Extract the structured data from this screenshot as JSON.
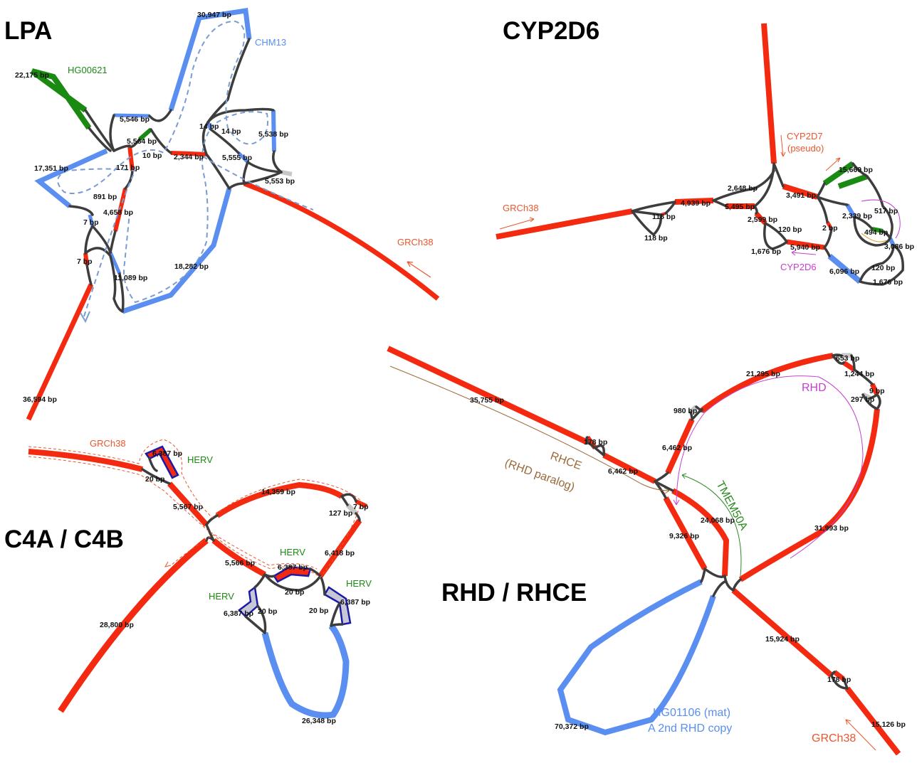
{
  "panels": {
    "lpa": {
      "title": "LPA",
      "annotations": {
        "chm13": "CHM13",
        "hg00621": "HG00621",
        "grch38": "GRCh38"
      },
      "lengths": [
        "30,947 bp",
        "22,175 bp",
        "5,546 bp",
        "5,564 bp",
        "10 bp",
        "2,344 bp",
        "14 bp",
        "14 bp",
        "5,538 bp",
        "5,555 bp",
        "5,553 bp",
        "17,351 bp",
        "171 bp",
        "891 bp",
        "4,658 bp",
        "7 bp",
        "7 bp",
        "11,089 bp",
        "18,282 bp",
        "36,594 bp"
      ]
    },
    "cyp2d6": {
      "title": "CYP2D6",
      "annotations": {
        "cyp2d7_1": "CYP2D7",
        "cyp2d7_2": "(pseudo)",
        "grch38": "GRCh38",
        "cyp2d6": "CYP2D6"
      },
      "lengths": [
        "2,648 bp",
        "4,939 bp",
        "118 bp",
        "118 bp",
        "5,495 bp",
        "3,491 bp",
        "15,669 bp",
        "2,599 bp",
        "120 bp",
        "2 bp",
        "2,339 bp",
        "517 bp",
        "494 bp",
        "3,086 bp",
        "1,676 bp",
        "5,940 bp",
        "6,096 bp",
        "120 bp",
        "1,676 bp"
      ]
    },
    "c4": {
      "title": "C4A / C4B",
      "annotations": {
        "grch38": "GRCh38",
        "herv1": "HERV",
        "herv2": "HERV",
        "herv3": "HERV",
        "herv4": "HERV"
      },
      "lengths": [
        "6,387 bp",
        "20 bp",
        "5,567 bp",
        "14,359 bp",
        "7 bp",
        "127 bp",
        "6,418 bp",
        "5,566 bp",
        "6,387 bp",
        "20 bp",
        "6,387 bp",
        "20 bp",
        "6,387 bp",
        "20 bp",
        "28,800 bp",
        "26,348 bp"
      ]
    },
    "rhd": {
      "title": "RHD / RHCE",
      "annotations": {
        "rhce1": "RHCE",
        "rhce2": "(RHD paralog)",
        "tmem": "TMEM50A",
        "rhd": "RHD",
        "hg1": "HG01106 (mat)",
        "hg2": "A 2nd RHD copy",
        "grch38": "GRCh38"
      },
      "lengths": [
        "35,755 bp",
        "178 bp",
        "6,462 bp",
        "6,462 bp",
        "980 bp",
        "21,295 bp",
        "653 bp",
        "1,244 bp",
        "9 bp",
        "297 bp",
        "24,068 bp",
        "9,326 bp",
        "31,993 bp",
        "15,924 bp",
        "178 bp",
        "15,126 bp",
        "70,372 bp"
      ]
    }
  },
  "colors": {
    "reference": "#f42a10",
    "alt_blue": "#5a8ef0",
    "alt_green": "#1b8a12",
    "herv_fill": "#c8c8d4",
    "herv_border": "#1a1aa8"
  }
}
